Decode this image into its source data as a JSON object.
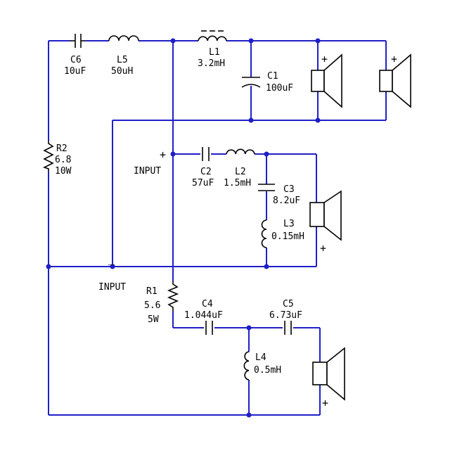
{
  "components": {
    "c6": {
      "name": "C6",
      "value": "10uF"
    },
    "l5": {
      "name": "L5",
      "value": "50uH"
    },
    "l1": {
      "name": "L1",
      "value": "3.2mH"
    },
    "c1": {
      "name": "C1",
      "value": "100uF"
    },
    "r2": {
      "name": "R2",
      "value": "6.8",
      "power": "10W"
    },
    "c2": {
      "name": "C2",
      "value": "57uF"
    },
    "l2": {
      "name": "L2",
      "value": "1.5mH"
    },
    "c3": {
      "name": "C3",
      "value": "8.2uF"
    },
    "l3": {
      "name": "L3",
      "value": "0.15mH"
    },
    "r1": {
      "name": "R1",
      "value": "5.6",
      "power": "5W"
    },
    "c4": {
      "name": "C4",
      "value": "1.044uF"
    },
    "c5": {
      "name": "C5",
      "value": "6.73uF"
    },
    "l4": {
      "name": "L4",
      "value": "0.5mH"
    }
  },
  "input": {
    "plus_label": "INPUT",
    "plus_sign": "+",
    "minus_label": "INPUT",
    "minus_sign": "_"
  },
  "speakers": {
    "polarity": "+"
  },
  "colors": {
    "wire": "#1f1fc8",
    "component": "#000000",
    "background": "#ffffff"
  }
}
